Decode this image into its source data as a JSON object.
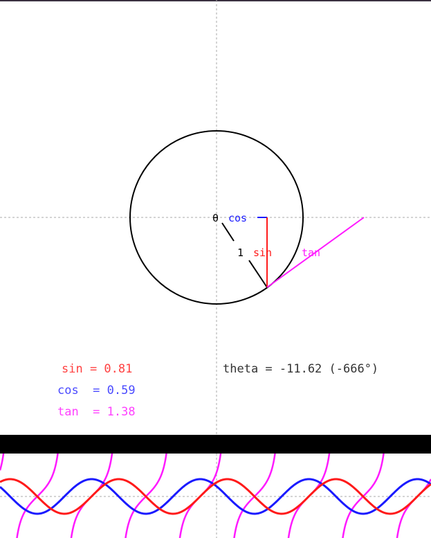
{
  "window": {
    "border_color": "#3a3040"
  },
  "diagram": {
    "theta_label": "θ",
    "cos_label": "cos",
    "one_label": "1",
    "sin_label": "sin",
    "tan_label": "tan"
  },
  "readouts": {
    "sin": "sin = 0.81",
    "cos": "cos  = 0.59",
    "tan": "tan  = 1.38",
    "theta": "theta = -11.62 (-666°)"
  },
  "values": {
    "sin": 0.81,
    "cos": 0.59,
    "tan": 1.38,
    "theta_rad": -11.62,
    "theta_deg": -666
  },
  "colors": {
    "sin": "#ff1a1a",
    "cos": "#1a1aff",
    "tan": "#ff1aff",
    "circle": "#000000",
    "axes": "#aaaaaa",
    "divider": "#000000"
  }
}
